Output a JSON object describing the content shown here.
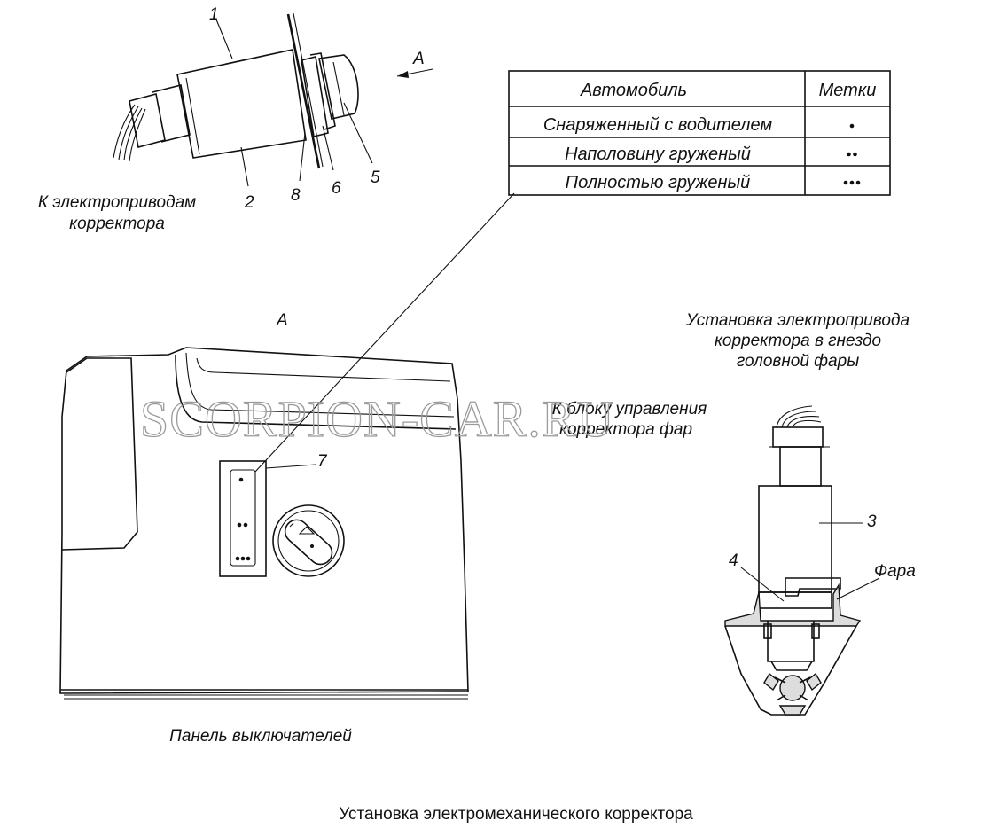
{
  "texts": {
    "view_a_arrow": "А",
    "view_a_title": "А",
    "callout_1": "1",
    "callout_2": "2",
    "callout_3": "3",
    "callout_4": "4",
    "callout_5": "5",
    "callout_6": "6",
    "callout_7": "7",
    "callout_8": "8",
    "to_actuators_line1": "К электроприводам",
    "to_actuators_line2": "корректора",
    "install_line1": "Установка электропривода",
    "install_line2": "корректора в гнездо",
    "install_line3": "головной фары",
    "to_control_line1": "К блоку управления",
    "to_control_line2": "корректора фар",
    "headlight": "Фара",
    "switch_panel": "Панель выключателей",
    "caption": "Установка электромеханического корректора",
    "watermark": "SCORPION-CAR.RU"
  },
  "table": {
    "header_col1": "Автомобиль",
    "header_col2": "Метки",
    "rows": [
      {
        "label": "Снаряженный с водителем",
        "marks": 1
      },
      {
        "label": "Наполовину груженый",
        "marks": 2
      },
      {
        "label": "Полностью груженый",
        "marks": 3
      }
    ]
  }
}
